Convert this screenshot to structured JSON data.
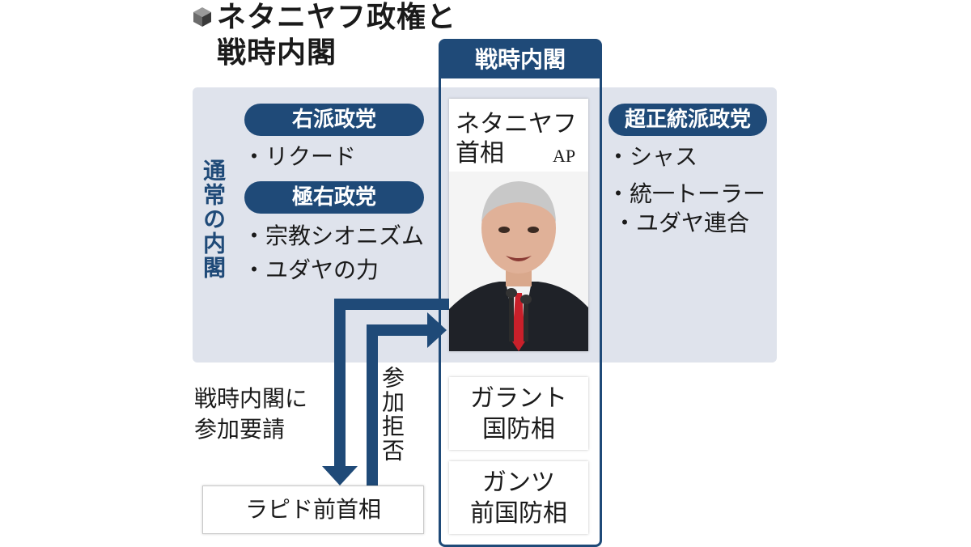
{
  "title": {
    "line1": "ネタニヤフ政権と",
    "line2": "戦時内閣"
  },
  "normal_cabinet": {
    "label": "通常の内閣",
    "right_wing": {
      "header": "右派政党",
      "items": [
        "・リクード"
      ]
    },
    "far_right": {
      "header": "極右政党",
      "items": [
        "・宗教シオニズム",
        "・ユダヤの力"
      ]
    },
    "ultra_orthodox": {
      "header": "超正統派政党",
      "items": [
        "・シャス",
        "・統一トーラー",
        "  ・ユダヤ連合"
      ]
    }
  },
  "war_cabinet": {
    "header": "戦時内閣",
    "members": [
      {
        "name": "ネタニヤフ",
        "role": "首相",
        "photo_credit": "AP"
      },
      {
        "name": "ガラント",
        "role": "国防相"
      },
      {
        "name": "ガンツ",
        "role": "前国防相"
      }
    ]
  },
  "lapid": {
    "label": "ラピド前首相"
  },
  "arrows": {
    "request": {
      "line1": "戦時内閣に",
      "line2": "参加要請"
    },
    "refusal": "参加拒否"
  },
  "colors": {
    "navy": "#1f4a78",
    "panel": "#dfe3ec"
  }
}
